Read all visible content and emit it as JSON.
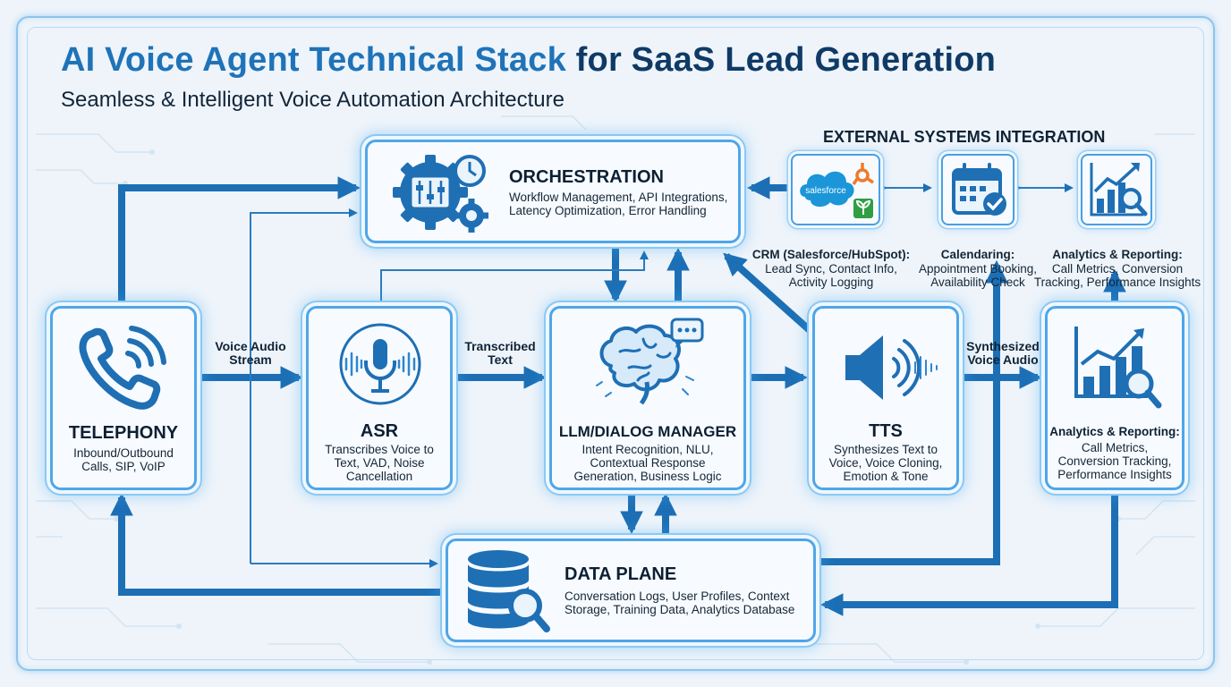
{
  "header": {
    "title_accent": "AI Voice Agent Technical Stack",
    "title_rest": "for SaaS Lead Generation",
    "subtitle": "Seamless & Intelligent Voice Automation Architecture"
  },
  "components": {
    "orchestration": {
      "title": "ORCHESTRATION",
      "description": "Workflow Management, API Integrations,\nLatency Optimization, Error Handling"
    },
    "telephony": {
      "title": "TELEPHONY",
      "description": "Inbound/Outbound\nCalls, SIP, VoIP"
    },
    "asr": {
      "title": "ASR",
      "description": "Transcribes Voice to\nText, VAD, Noise\nCancellation"
    },
    "llm": {
      "title": "LLM/DIALOG MANAGER",
      "description": "Intent Recognition, NLU,\nContextual Response\nGeneration, Business Logic"
    },
    "tts": {
      "title": "TTS",
      "description": "Synthesizes Text to\nVoice, Voice Cloning,\nEmotion & Tone"
    },
    "analytics": {
      "title": "Analytics & Reporting:",
      "description": "Call Metrics,\nConversion Tracking,\nPerformance Insights"
    },
    "data_plane": {
      "title": "DATA PLANE",
      "description": "Conversation Logs, User Profiles, Context\nStorage, Training Data, Analytics Database"
    }
  },
  "flow_labels": {
    "voice_audio_stream": "Voice Audio\nStream",
    "transcribed_text": "Transcribed\nText",
    "synthesized_voice_audio": "Synthesized\nVoice Audio"
  },
  "external": {
    "heading": "EXTERNAL SYSTEMS INTEGRATION",
    "crm": {
      "title": "CRM (Salesforce/HubSpot):",
      "description": "Lead Sync, Contact Info,\nActivity Logging",
      "logo_text": "salesforce"
    },
    "calendaring": {
      "title": "Calendaring:",
      "description": "Appointment Booking,\nAvailability Check"
    },
    "analytics": {
      "title": "Analytics & Reporting:",
      "description": "Call Metrics, Conversion\nTracking, Performance Insights"
    }
  },
  "colors": {
    "accent": "#1f73b8",
    "arrow": "#1c6fb5",
    "box_border": "#4fa6e8",
    "title_dark": "#0f3a66"
  },
  "icons": {
    "orchestration": "gear-clock-sliders-icon",
    "telephony": "phone-signal-icon",
    "asr": "microphone-icon",
    "llm": "brain-chat-icon",
    "tts": "speaker-soundwave-icon",
    "analytics": "bar-chart-magnifier-icon",
    "data_plane": "database-magnifier-icon",
    "crm": "salesforce-hubspot-icon",
    "calendaring": "calendar-check-icon",
    "external_analytics": "growth-chart-magnifier-icon"
  }
}
